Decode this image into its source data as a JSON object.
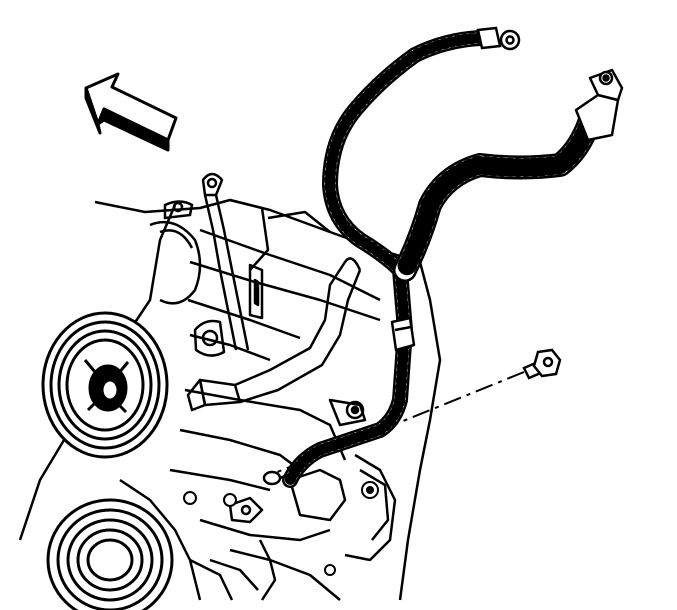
{
  "figure": {
    "background": "#ffffff",
    "line_color": "#000000",
    "parts": [
      "direction-arrow",
      "engine-block",
      "crankshaft-pulley",
      "lower-pulley",
      "power-steering-pulley",
      "coolant-pipe",
      "wiring-harness",
      "ground-strap",
      "ring-terminal",
      "bolt",
      "connector"
    ]
  }
}
